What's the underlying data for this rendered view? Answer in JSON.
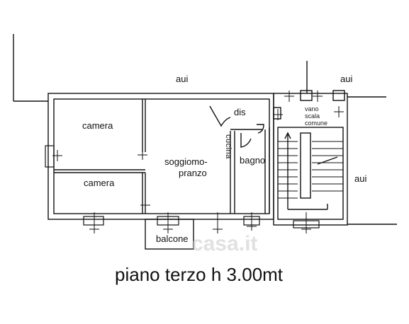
{
  "labels": {
    "aui_top_left": "aui",
    "aui_top_right": "aui",
    "aui_right": "aui",
    "camera_top": "camera",
    "camera_bottom": "camera",
    "soggiorno_line1": "soggiomo-",
    "soggiorno_line2": "pranzo",
    "dis": "dis",
    "cucina": "cucina",
    "bagno": "bagno",
    "vano_line1": "vano",
    "vano_line2": "scala",
    "vano_line3": "comune",
    "balcone": "balcone"
  },
  "watermark": "casa.it",
  "caption": "piano terzo h 3.00mt",
  "colors": {
    "line": "#111111",
    "background": "#ffffff"
  }
}
